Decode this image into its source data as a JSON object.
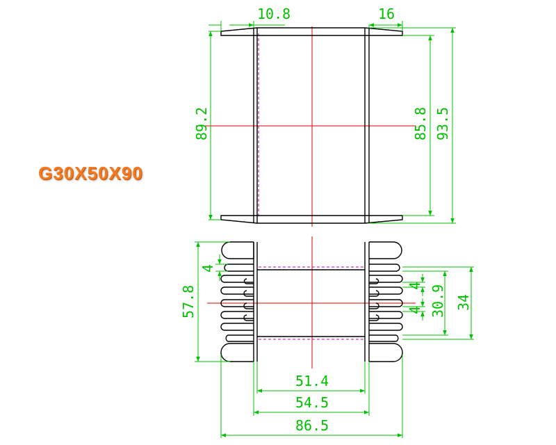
{
  "title": "G30X50X90",
  "colors": {
    "outline": "#000000",
    "dimension": "#00c000",
    "centerline": "#e00000",
    "hidden": "#b000b0",
    "title": "#f47a20"
  },
  "top_view": {
    "dims": {
      "flange_left": "10.8",
      "flange_right": "16",
      "height_inner": "89.2",
      "height_mid": "85.8",
      "height_outer": "93.5"
    }
  },
  "bottom_view": {
    "dims": {
      "height_total": "57.8",
      "pitch_left": "4",
      "pitch_right_top": "4",
      "pitch_right_bottom": "4",
      "height_pins_inner": "30.9",
      "height_pins_outer": "34",
      "width_inner": "51.4",
      "width_mid": "54.5",
      "width_total": "86.5"
    }
  }
}
